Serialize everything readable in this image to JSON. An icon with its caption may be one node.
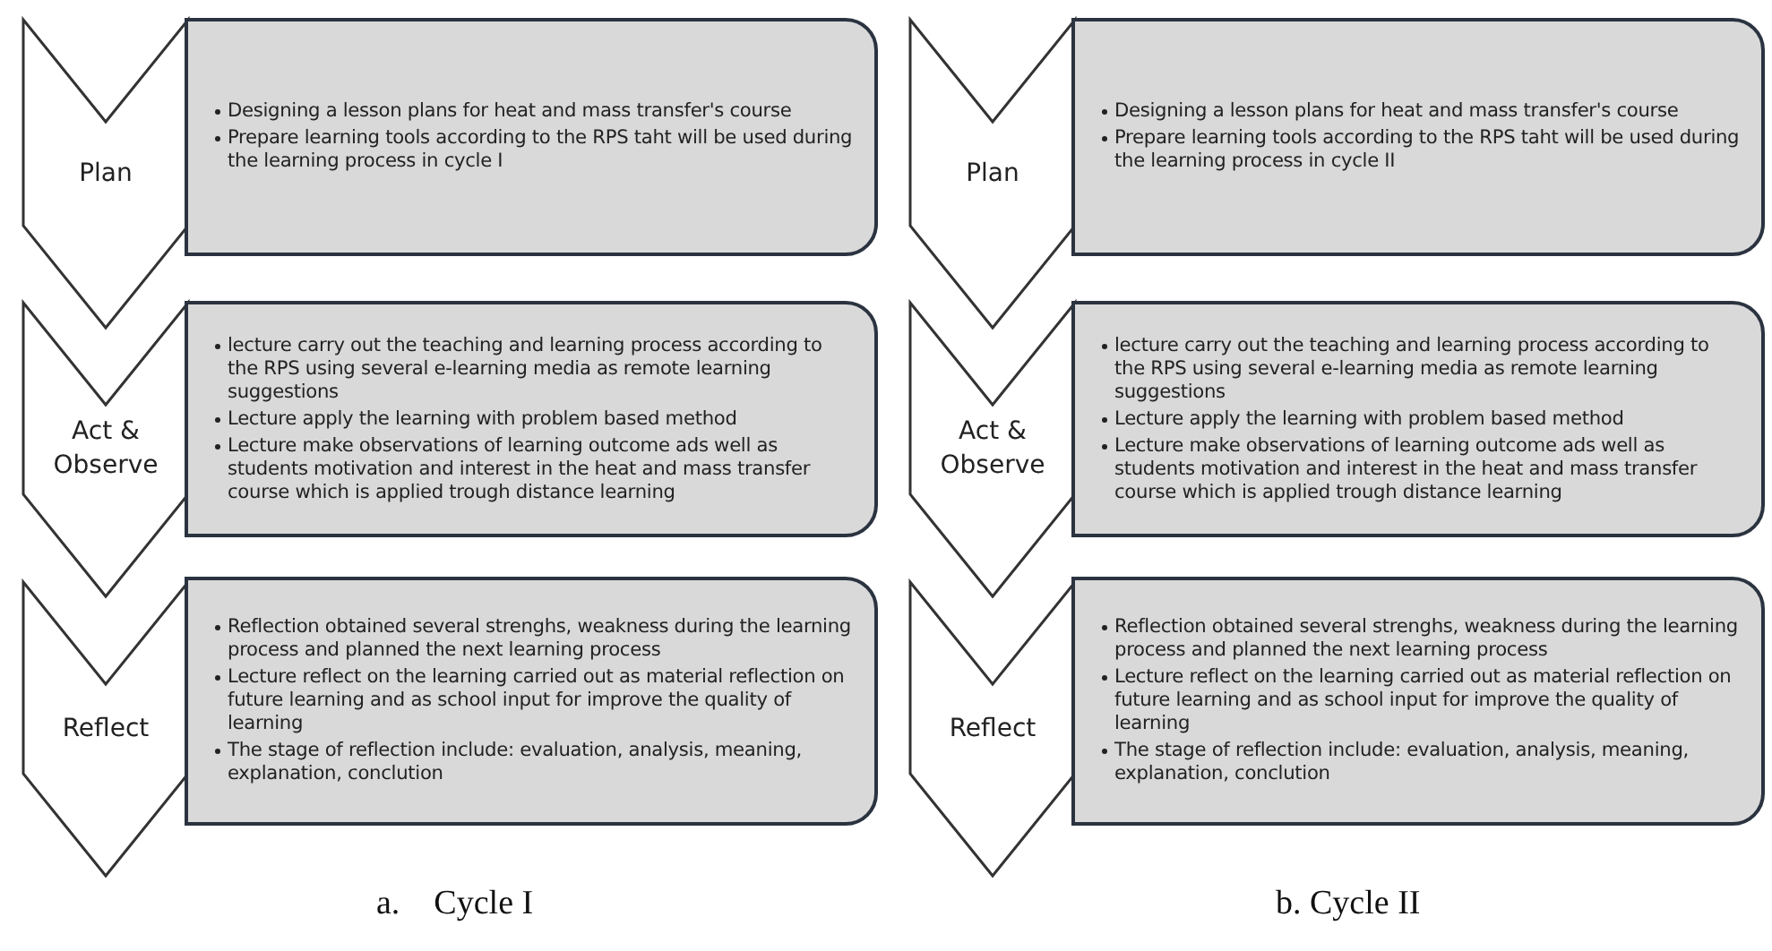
{
  "diagram": {
    "nodes": [
      {
        "text": [
          "Plan"
        ]
      },
      {
        "text": [
          "Designing a lesson plans for heat and mass transfer's course",
          "Prepare learning tools according to the RPS taht will be used during the learning process in cycle I"
        ]
      },
      {
        "text": [
          "Act & Observe"
        ]
      },
      {
        "text": [
          "lecture carry out the teaching and learning process according to the RPS using several e-learning media as remote learning suggestions",
          "Lecture apply the learning with problem based method",
          "Lecture make observations of learning outcome ads well as students motivation and interest in the heat and mass transfer course which is applied trough distance learning"
        ]
      },
      {
        "text": [
          "Reflect"
        ]
      },
      {
        "text": [
          "Reflection obtained several strenghs, weakness during the learning process and planned the next learning process",
          "Lecture reflect on the learning carried out as material reflection on future learning and as school input for improve the quality of learning",
          "The stage of reflection include: evaluation, analysis, meaning, explanation, conclution"
        ]
      },
      {
        "text": [
          "Plan"
        ]
      },
      {
        "text": [
          "Designing a lesson plans for heat and mass transfer's course",
          "Prepare learning tools according to the RPS taht will be used during the learning process in cycle II"
        ]
      },
      {
        "text": [
          "Act & Observe"
        ]
      },
      {
        "text": [
          "lecture carry out the teaching and learning process according to the RPS using several e-learning media as remote learning suggestions",
          "Lecture apply the learning with problem based method",
          "Lecture make observations of learning outcome ads well as students motivation and interest in the heat and mass transfer course which is applied trough distance learning"
        ]
      },
      {
        "text": [
          "Reflect"
        ]
      },
      {
        "text": [
          "Reflection obtained several strenghs, weakness during the learning process and planned the next learning process",
          "Lecture reflect on the learning carried out as material reflection on future learning and as school input for improve the quality of learning",
          "The stage of reflection include: evaluation, analysis, meaning, explanation, conclution"
        ]
      }
    ],
    "labels": [
      "a.    Cycle I",
      "b. Cycle II"
    ]
  }
}
